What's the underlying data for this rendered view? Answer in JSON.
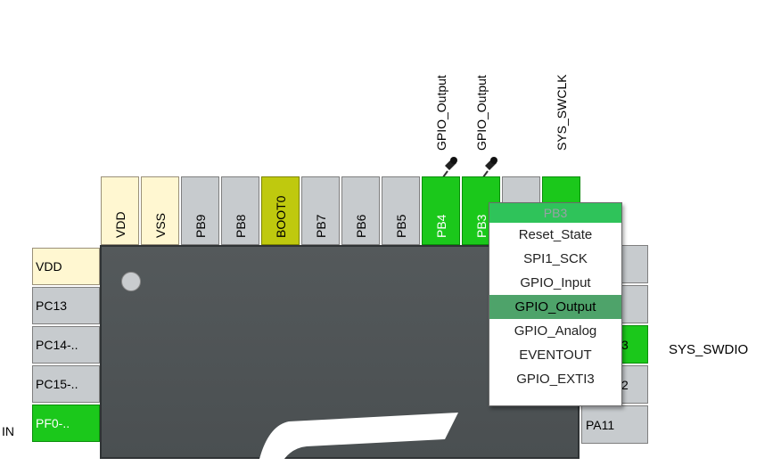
{
  "top_pins": [
    {
      "name": "VDD",
      "type": "vdd"
    },
    {
      "name": "VSS",
      "type": "vdd"
    },
    {
      "name": "PB9",
      "type": "gray"
    },
    {
      "name": "PB8",
      "type": "gray"
    },
    {
      "name": "BOOT0",
      "type": "boot"
    },
    {
      "name": "PB7",
      "type": "gray"
    },
    {
      "name": "PB6",
      "type": "gray"
    },
    {
      "name": "PB5",
      "type": "gray"
    },
    {
      "name": "PB4",
      "type": "green"
    },
    {
      "name": "PB3",
      "type": "green"
    },
    {
      "name": "",
      "type": "gray"
    },
    {
      "name": "",
      "type": "green"
    }
  ],
  "pin_signals": {
    "pb4": "GPIO_Output",
    "pb3": "GPIO_Output",
    "pa14": "SYS_SWCLK",
    "pa13": "SYS_SWDIO",
    "pf0": "IN"
  },
  "left_pins": [
    {
      "name": "VDD",
      "type": "vdd"
    },
    {
      "name": "PC13",
      "type": "gray"
    },
    {
      "name": "PC14-..",
      "type": "gray"
    },
    {
      "name": "PC15-..",
      "type": "gray"
    },
    {
      "name": "PF0-..",
      "type": "green"
    }
  ],
  "right_pins": [
    {
      "name": "",
      "type": "gray"
    },
    {
      "name": "",
      "type": "gray"
    },
    {
      "name": "3",
      "type": "green"
    },
    {
      "name": "2",
      "type": "gray"
    },
    {
      "name": "PA11",
      "type": "gray"
    }
  ],
  "context_menu": {
    "title": "PB3",
    "items": [
      "Reset_State",
      "SPI1_SCK",
      "GPIO_Input",
      "GPIO_Output",
      "GPIO_Analog",
      "EVENTOUT",
      "GPIO_EXTI3"
    ],
    "selected": "GPIO_Output"
  }
}
